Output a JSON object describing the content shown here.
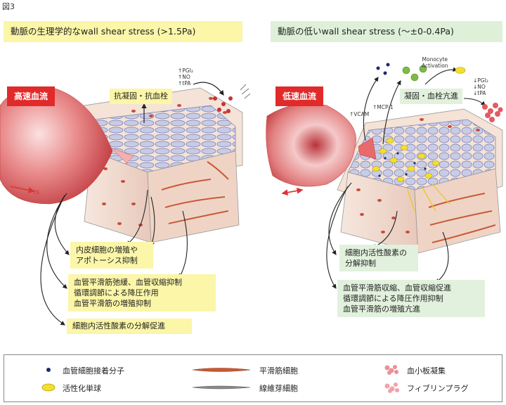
{
  "figure_label": "図3",
  "left": {
    "title": "動脈の生理学的なwall shear stress (>1.5Pa)",
    "flow_tag": "高速血流",
    "tau": "τs",
    "mediators": [
      "↑PGI₂",
      "↑NO",
      "↑tPA"
    ],
    "anticoag": "抗凝固・抗血栓",
    "box1": [
      "内皮細胞の増殖や",
      "アポトーシス抑制"
    ],
    "box2": [
      "血管平滑筋弛緩、血管収縮抑制",
      "循環調節による降圧作用",
      "血管平滑筋の増殖抑制"
    ],
    "box3": "細胞内活性酸素の分解促進"
  },
  "right": {
    "title": "動脈の低いwall shear stress (～±0-0.4Pa)",
    "flow_tag": "低速血流",
    "monocyte": [
      "Monocyte",
      "Activation"
    ],
    "vcam": "↑VCAM",
    "mcp": "↑MCP-1",
    "mediators": [
      "↓PGI₂",
      "↓NO",
      "↓tPA"
    ],
    "coag": "凝固・血栓亢進",
    "box1": [
      "細胞内活性酸素の",
      "分解抑制"
    ],
    "box2": [
      "血管平滑筋収縮、血管収縮促進",
      "循環調節による降圧作用抑制",
      "血管平滑筋の増殖亢進"
    ]
  },
  "legend": {
    "items": [
      {
        "label": "血管細胞接着分子",
        "icon": "adhesion-molecule-icon"
      },
      {
        "label": "活性化単球",
        "icon": "activated-monocyte-icon"
      },
      {
        "label": "平滑筋細胞",
        "icon": "smooth-muscle-cell-icon"
      },
      {
        "label": "線維芽細胞",
        "icon": "fibroblast-icon"
      },
      {
        "label": "血小板凝集",
        "icon": "platelet-aggregation-icon"
      },
      {
        "label": "フィブリンプラグ",
        "icon": "fibrin-plug-icon"
      }
    ]
  },
  "colors": {
    "yellow_box": "#fbf6a8",
    "green_box": "#dff0d8",
    "red_tag": "#e12a2a",
    "vessel_red": "#d64a4a",
    "endothelium": "#c9cce6"
  }
}
